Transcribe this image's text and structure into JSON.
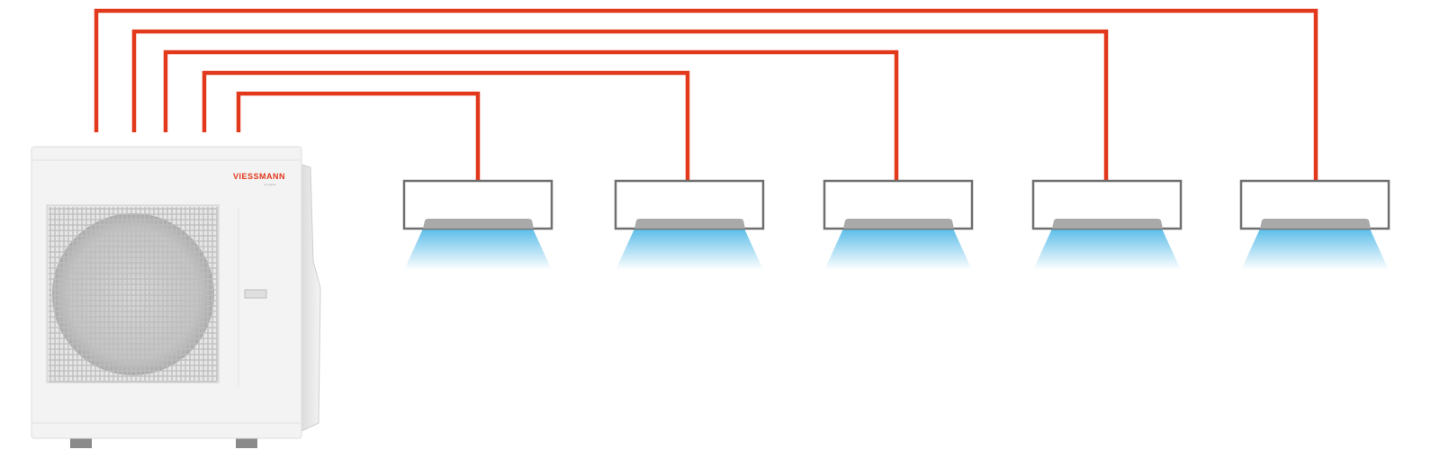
{
  "diagram": {
    "title": "Multi-split system: one outdoor unit connected to five indoor units",
    "outdoor_unit": {
      "brand_logo": "VIESSMANN",
      "brand_sub": "by Carrier"
    },
    "indoor_unit_count": 5,
    "colors": {
      "pipe": "#e2391d",
      "air": "#5bbde9",
      "unit_outline": "#6f6f6f",
      "vent": "#a9a9a9"
    }
  }
}
